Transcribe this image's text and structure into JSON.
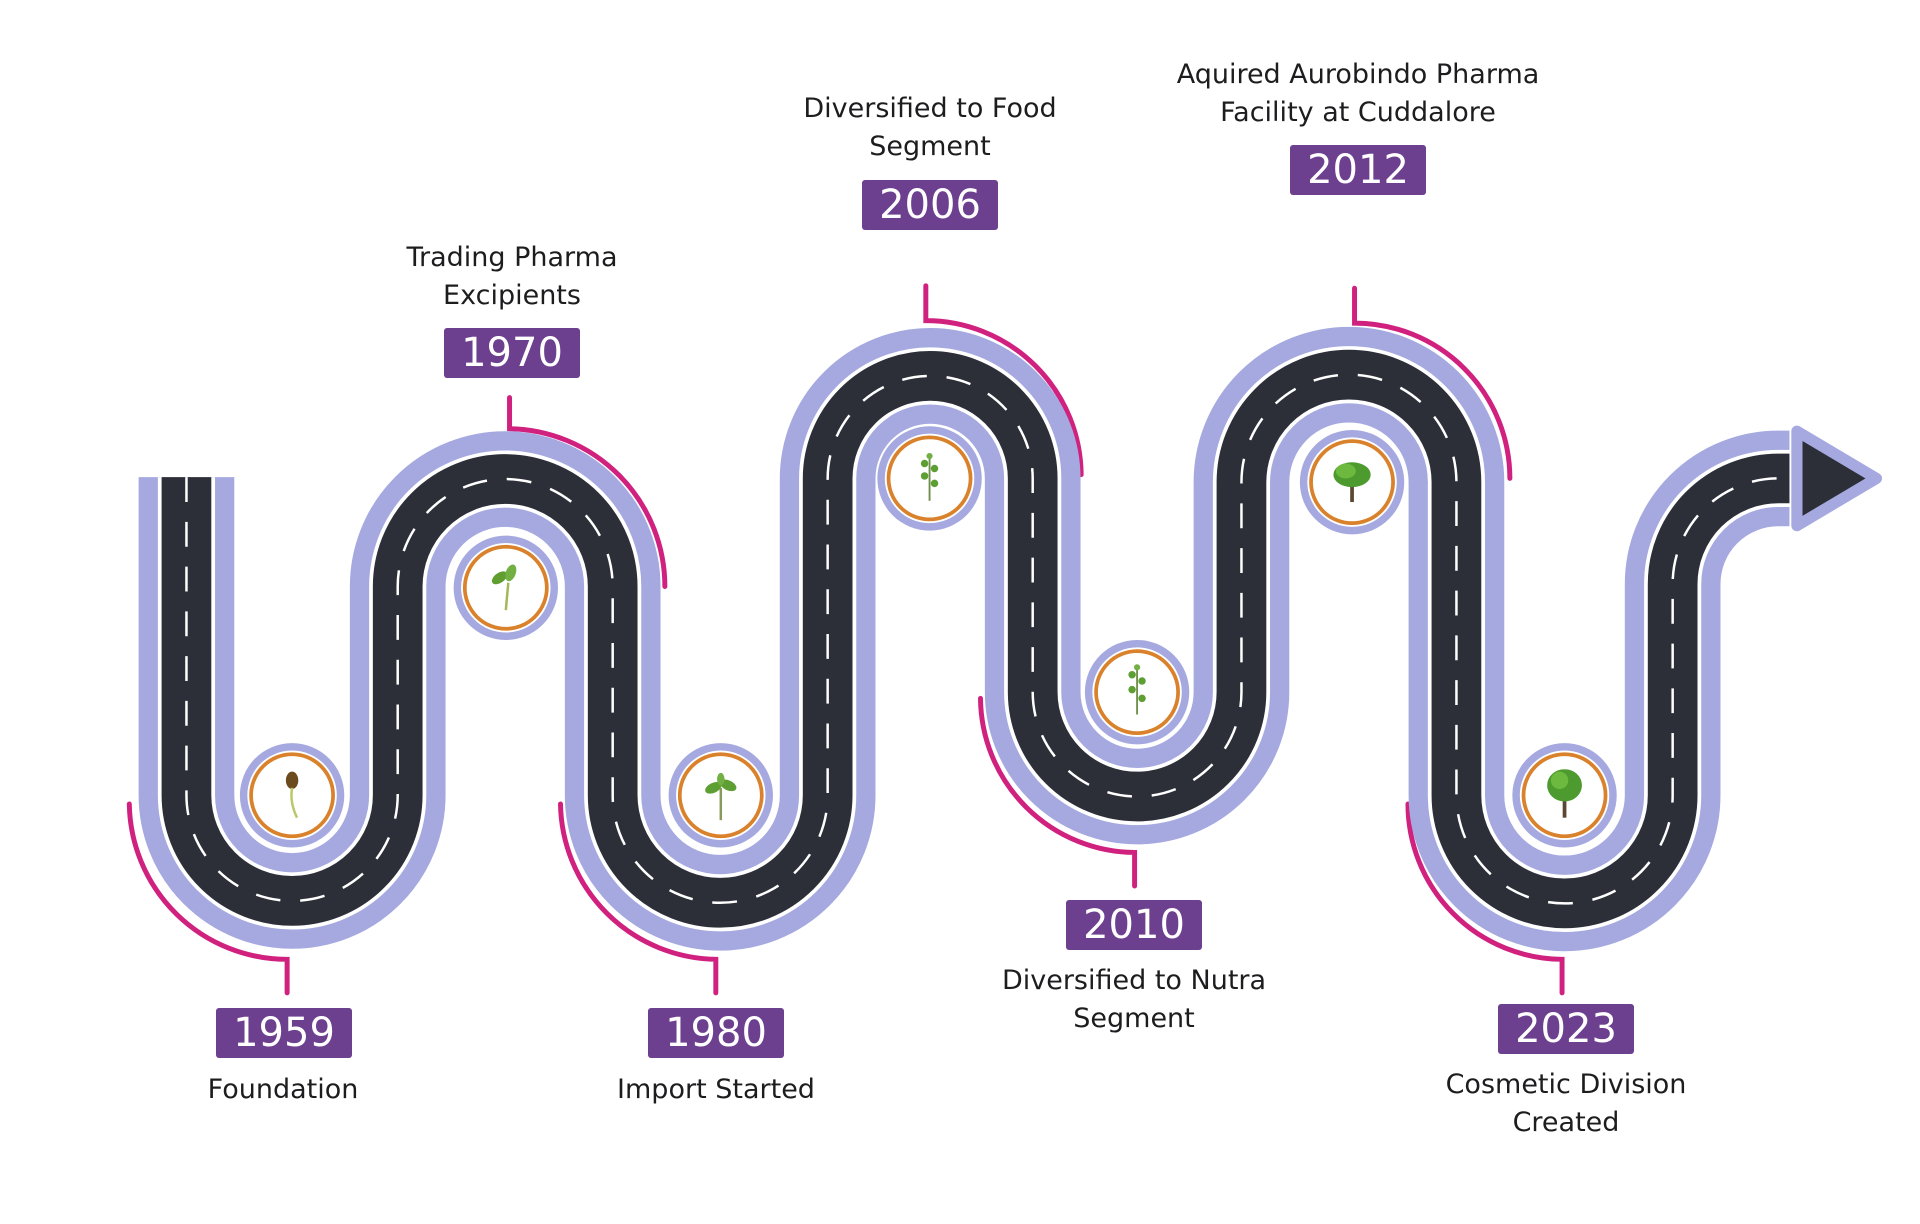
{
  "title": "Company Timeline Roadmap",
  "colors": {
    "road": "#2c2e38",
    "road_edge": "#a5a9e0",
    "lane_marking": "#ffffff",
    "accent_line": "#d0217f",
    "badge": "#6c3f8f",
    "medallion_ring": "#d9822b"
  },
  "milestones": [
    {
      "year": "1959",
      "label_lines": [
        "Foundation"
      ],
      "icon": "seed-sprout-icon"
    },
    {
      "year": "1970",
      "label_lines": [
        "Trading Pharma",
        "Excipients"
      ],
      "icon": "seedling-icon"
    },
    {
      "year": "1980",
      "label_lines": [
        "Import Started"
      ],
      "icon": "young-plant-icon"
    },
    {
      "year": "2006",
      "label_lines": [
        "Diversified to Food",
        "Segment"
      ],
      "icon": "small-plant-icon"
    },
    {
      "year": "2010",
      "label_lines": [
        "Diversified to Nutra",
        "Segment"
      ],
      "icon": "growing-plant-icon"
    },
    {
      "year": "2012",
      "label_lines": [
        "Aquired Aurobindo Pharma",
        "Facility at Cuddalore"
      ],
      "icon": "tree-icon"
    },
    {
      "year": "2023",
      "label_lines": [
        "Cosmetic Division",
        "Created"
      ],
      "icon": "large-tree-icon"
    }
  ]
}
